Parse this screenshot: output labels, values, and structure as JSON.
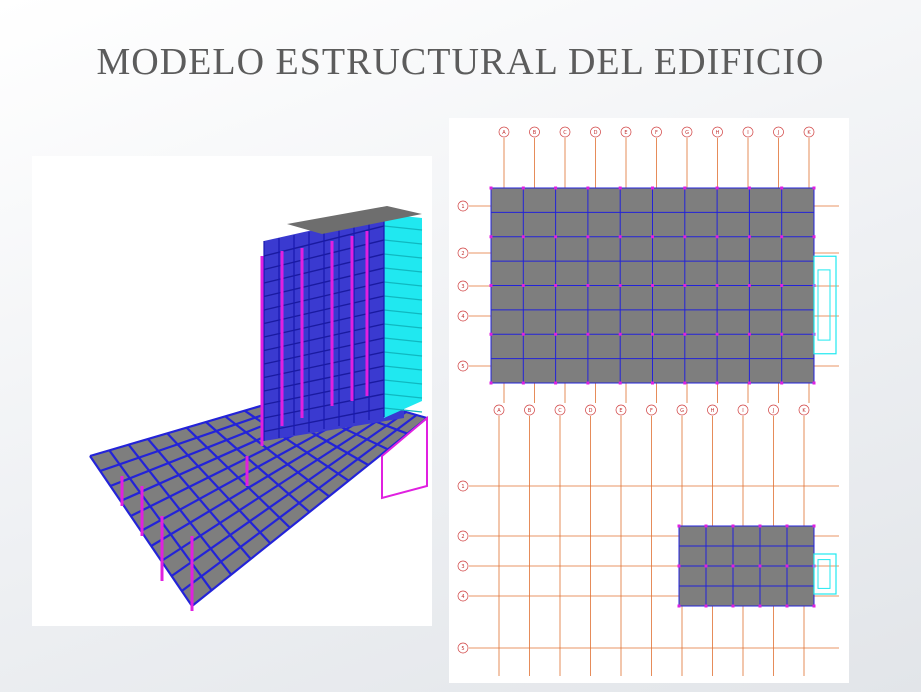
{
  "slide": {
    "title": "MODELO ESTRUCTURAL DEL EDIFICIO"
  },
  "plan_upper": {
    "column_axes": [
      "A",
      "B",
      "C",
      "D",
      "E",
      "F",
      "G",
      "H",
      "I",
      "J",
      "K"
    ],
    "row_axes": [
      "1",
      "2",
      "3",
      "4",
      "5"
    ]
  },
  "plan_lower": {
    "column_axes": [
      "A",
      "B",
      "C",
      "D",
      "E",
      "F",
      "G",
      "H",
      "I",
      "J",
      "K"
    ],
    "row_axes": [
      "1",
      "2",
      "3",
      "4",
      "5"
    ]
  },
  "colors": {
    "slab": "#7e7e7e",
    "beam": "#2323d8",
    "column": "#e020e0",
    "core": "#20e8f0",
    "grid_line": "#e07030",
    "axis_bubble": "#d04040"
  }
}
